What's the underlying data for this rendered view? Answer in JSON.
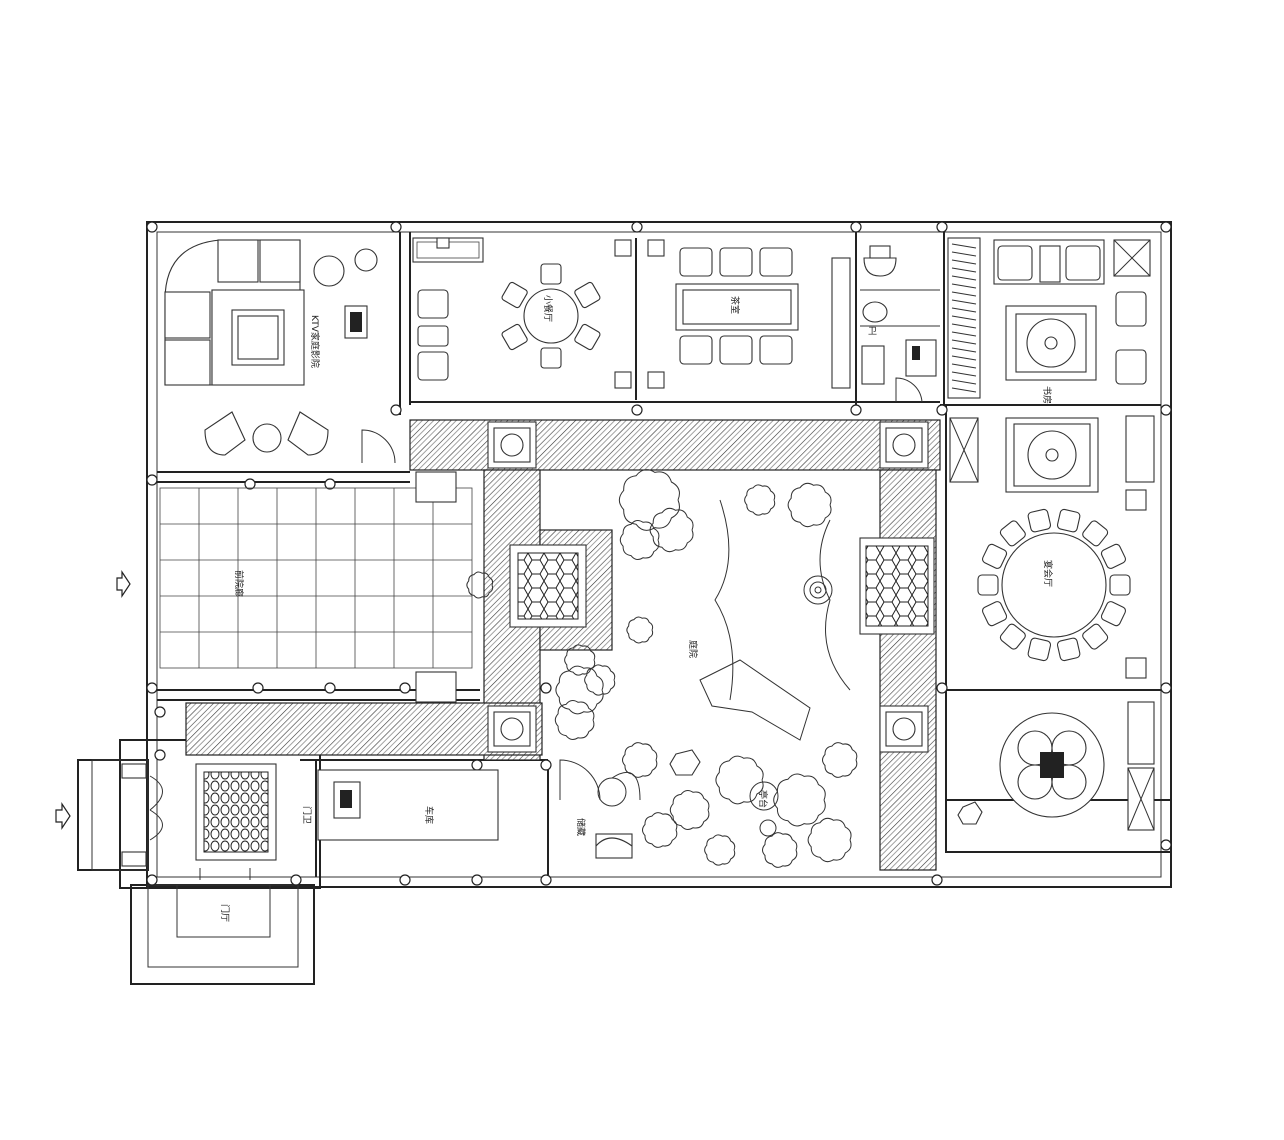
{
  "rooms": {
    "ktv": "KTV家庭影院",
    "dining_small": "小餐厅",
    "tea": "茶室",
    "study": "书房",
    "entry_corridor": "前院廊",
    "courtyard": "庭院",
    "banquet": "宴会厅",
    "garage": "车库",
    "storage": "储藏",
    "bath": "卫",
    "guard": "门卫",
    "lobby": "门厅",
    "pavilion": "亭台"
  },
  "markers": {
    "entrance_main": "entrance-arrow",
    "entrance_side": "entrance-arrow"
  }
}
